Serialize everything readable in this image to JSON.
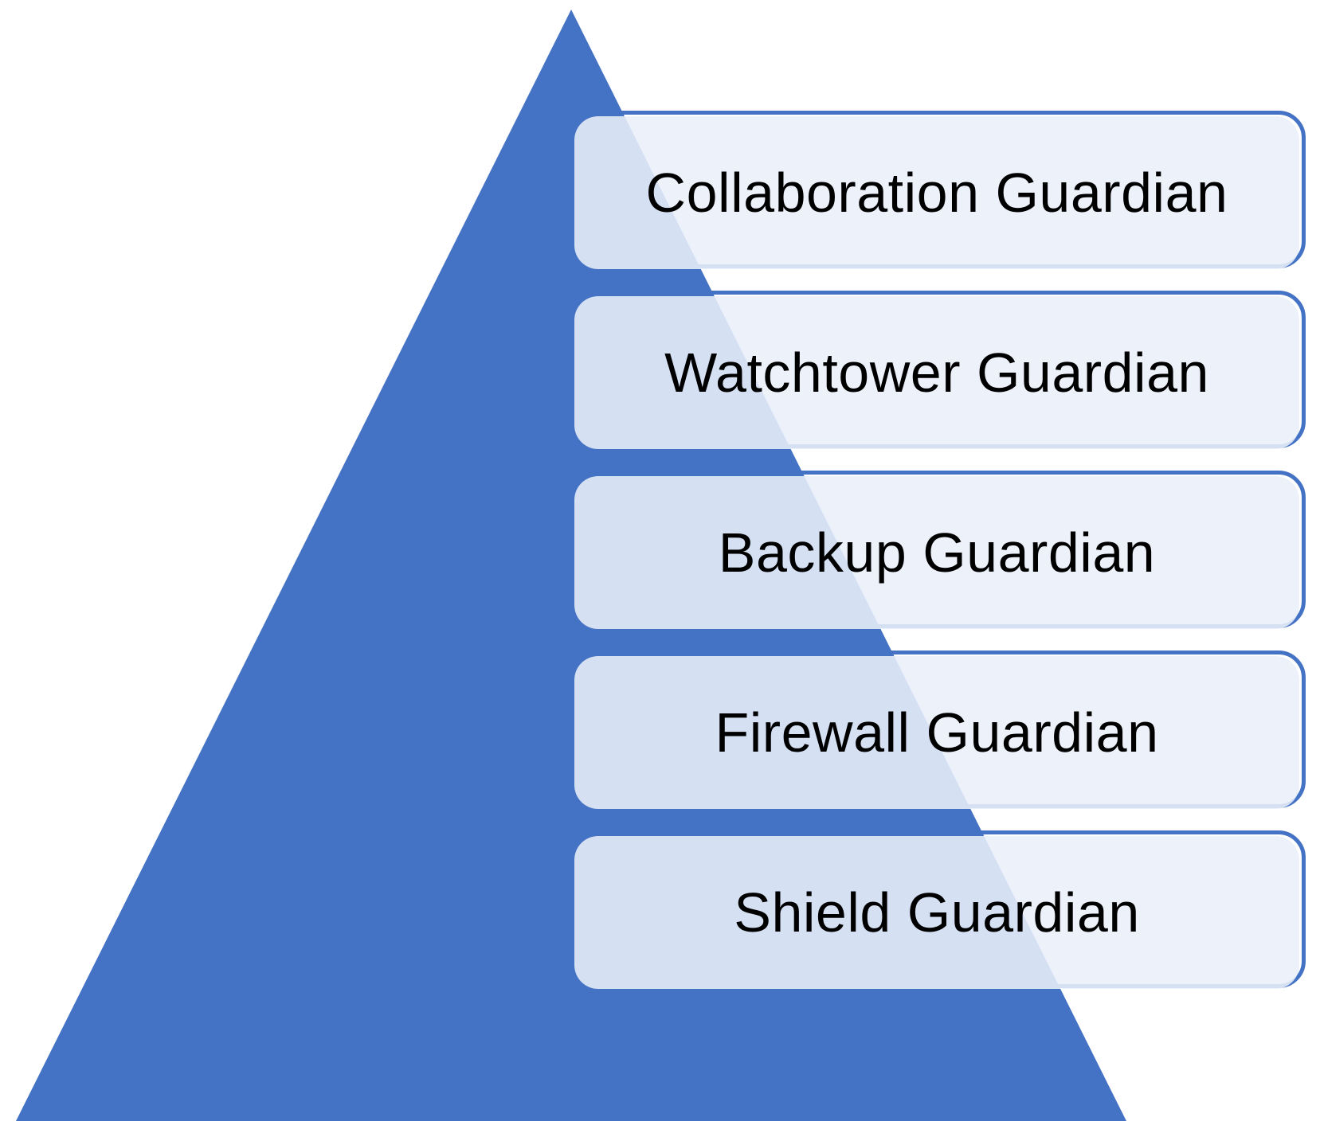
{
  "diagram": {
    "type": "pyramid-list",
    "colors": {
      "pyramid": "#4472c4",
      "box_fill": "#e9eff9",
      "box_border": "#4472c4",
      "text": "#000000"
    },
    "layers": [
      {
        "label": "Collaboration Guardian"
      },
      {
        "label": "Watchtower Guardian"
      },
      {
        "label": "Backup Guardian"
      },
      {
        "label": "Firewall Guardian"
      },
      {
        "label": "Shield Guardian"
      }
    ]
  }
}
